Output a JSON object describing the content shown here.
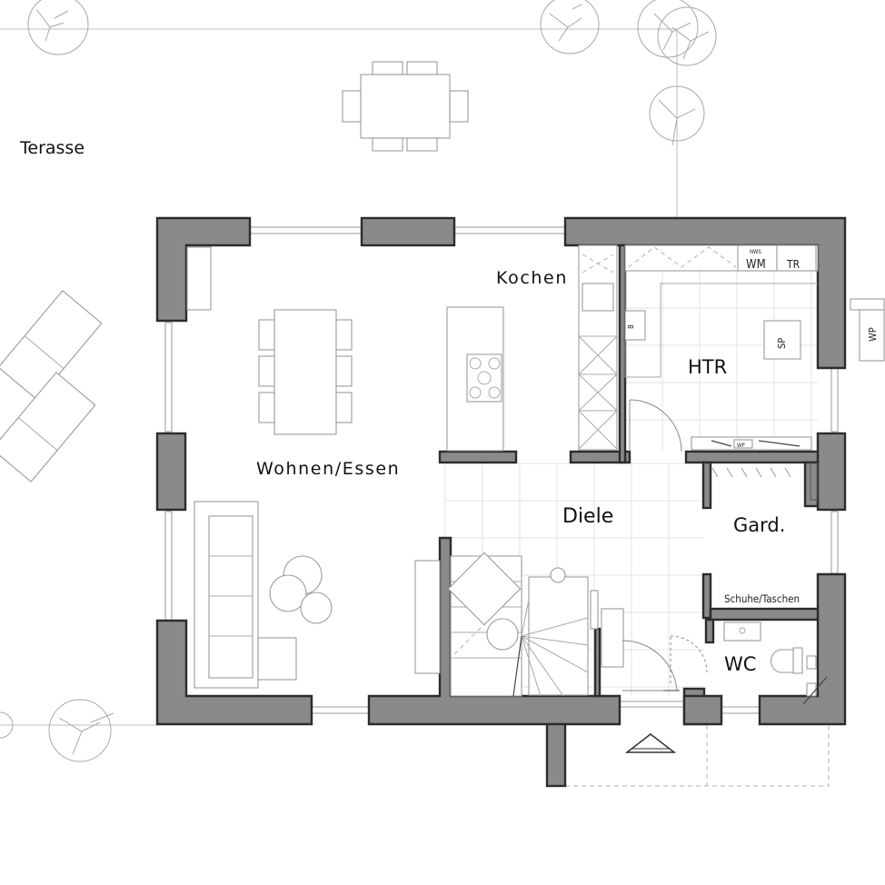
{
  "rooms": {
    "terrace": "Terasse",
    "living": "Wohnen/Essen",
    "kitchen": "Kochen",
    "utility": "HTR",
    "hall": "Diele",
    "wardrobe": "Gard.",
    "wc": "WC",
    "shoes": "Schuhe/Taschen"
  },
  "appliances": {
    "washer": "WM",
    "dryer": "TR",
    "nws": "NWS",
    "storage": "SP",
    "heatpump": "WP",
    "boiler": "B",
    "wp_small": "WP"
  },
  "colors": {
    "wall": "#8a8a8a",
    "wall_outline": "#2c2c2c",
    "furniture": "#9a9a9a",
    "tiles": "#e3e3e3"
  }
}
